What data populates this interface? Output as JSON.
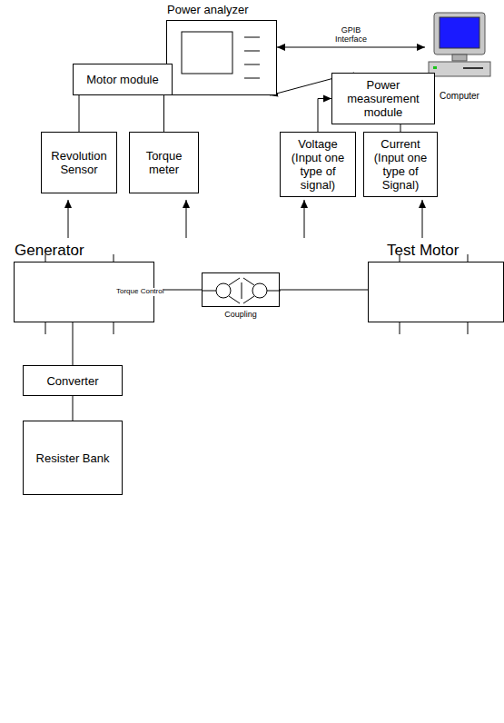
{
  "diagram": {
    "nodes": [
      {
        "text": [
          "Power analyzer"
        ]
      },
      {
        "text": [
          "Computer"
        ]
      },
      {
        "text": [
          "Motor module"
        ]
      },
      {
        "text": [
          "Power measurement module"
        ]
      },
      {
        "text": [
          "Revolution Sensor"
        ]
      },
      {
        "text": [
          "Torque meter"
        ]
      },
      {
        "text": [
          "Voltage (Input one type of signal)"
        ]
      },
      {
        "text": [
          "Current (Input one type of Signal)"
        ]
      },
      {
        "text": [
          "Generator"
        ]
      },
      {
        "text": [
          "Coupling"
        ]
      },
      {
        "text": [
          "Test Motor"
        ]
      },
      {
        "text": [
          "Converter"
        ]
      },
      {
        "text": [
          "Resister Bank"
        ]
      }
    ],
    "edges": [
      {
        "from": 2,
        "to": 0,
        "arrow": "to"
      },
      {
        "from": 3,
        "to": 0,
        "arrow": "to"
      },
      {
        "from": 4,
        "to": 2,
        "arrow": "to"
      },
      {
        "from": 5,
        "to": 2,
        "arrow": "to"
      },
      {
        "from": 6,
        "to": 3,
        "arrow": "to"
      },
      {
        "from": 7,
        "to": 3,
        "arrow": "to"
      },
      {
        "from": 1,
        "to": 0,
        "label": "GPIB Interface",
        "arrow": "both"
      },
      {
        "from": 8,
        "to": 9,
        "arrow": "none"
      },
      {
        "from": 9,
        "to": 10,
        "arrow": "none"
      },
      {
        "from": 8,
        "to": 11,
        "arrow": "none"
      },
      {
        "from": 11,
        "to": 12,
        "arrow": "none"
      }
    ],
    "labels": [
      "Torque Control"
    ]
  }
}
